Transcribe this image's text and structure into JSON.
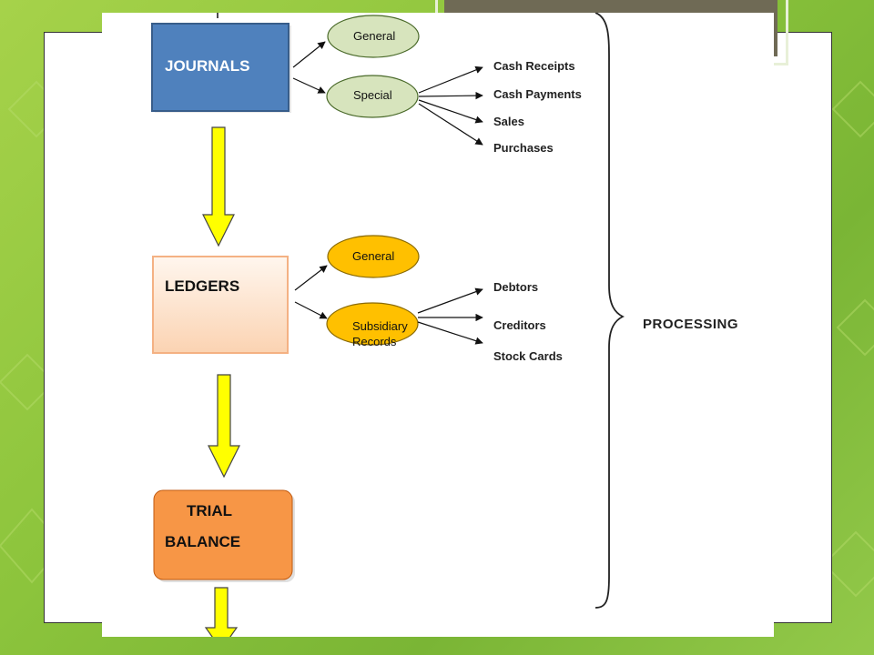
{
  "diagram": {
    "journals": {
      "label": "JOURNALS",
      "general": "General",
      "special": "Special"
    },
    "special_items": [
      "Cash Receipts",
      "Cash Payments",
      "Sales",
      "Purchases"
    ],
    "ledgers": {
      "label": "LEDGERS",
      "general": "General",
      "subsidiary_line1": "Subsidiary",
      "subsidiary_line2": "Records"
    },
    "subsidiary_items": [
      "Debtors",
      "Creditors",
      "Stock Cards"
    ],
    "trial_balance": {
      "line1": "TRIAL",
      "line2": "BALANCE"
    },
    "brace_label": "PROCESSING"
  },
  "colors": {
    "journals_fill": "#4f81bd",
    "oval_green": "#d7e4bd",
    "oval_orange": "#ffc000",
    "trial_fill": "#f79646",
    "arrow_yellow": "#ffff00"
  }
}
